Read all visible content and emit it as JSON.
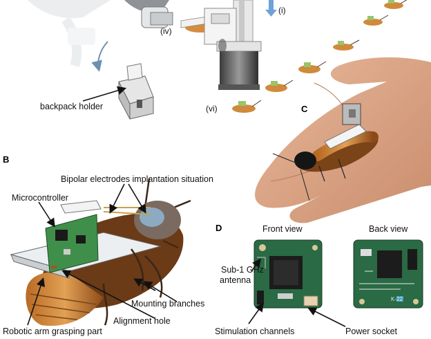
{
  "panels": {
    "b": "B",
    "c": "C",
    "d": "D"
  },
  "steps": {
    "i": "(i)",
    "iv": "(iv)",
    "vi": "(vi)"
  },
  "labels": {
    "backpack_holder": "backpack holder",
    "bipolar_electrodes": "Bipolar electrodes implantation situation",
    "microcontroller": "Microcontroller",
    "mounting_branches": "Mounting branches",
    "alignment_hole": "Alignment hole",
    "robotic_arm": "Robotic arm grasping part",
    "front_view": "Front view",
    "back_view": "Back view",
    "sub_ghz_line1": "Sub-1 GHz",
    "sub_ghz_line2": "antenna",
    "stimulation_channels": "Stimulation channels",
    "power_socket": "Power socket"
  },
  "pcb_text": "K-22"
}
